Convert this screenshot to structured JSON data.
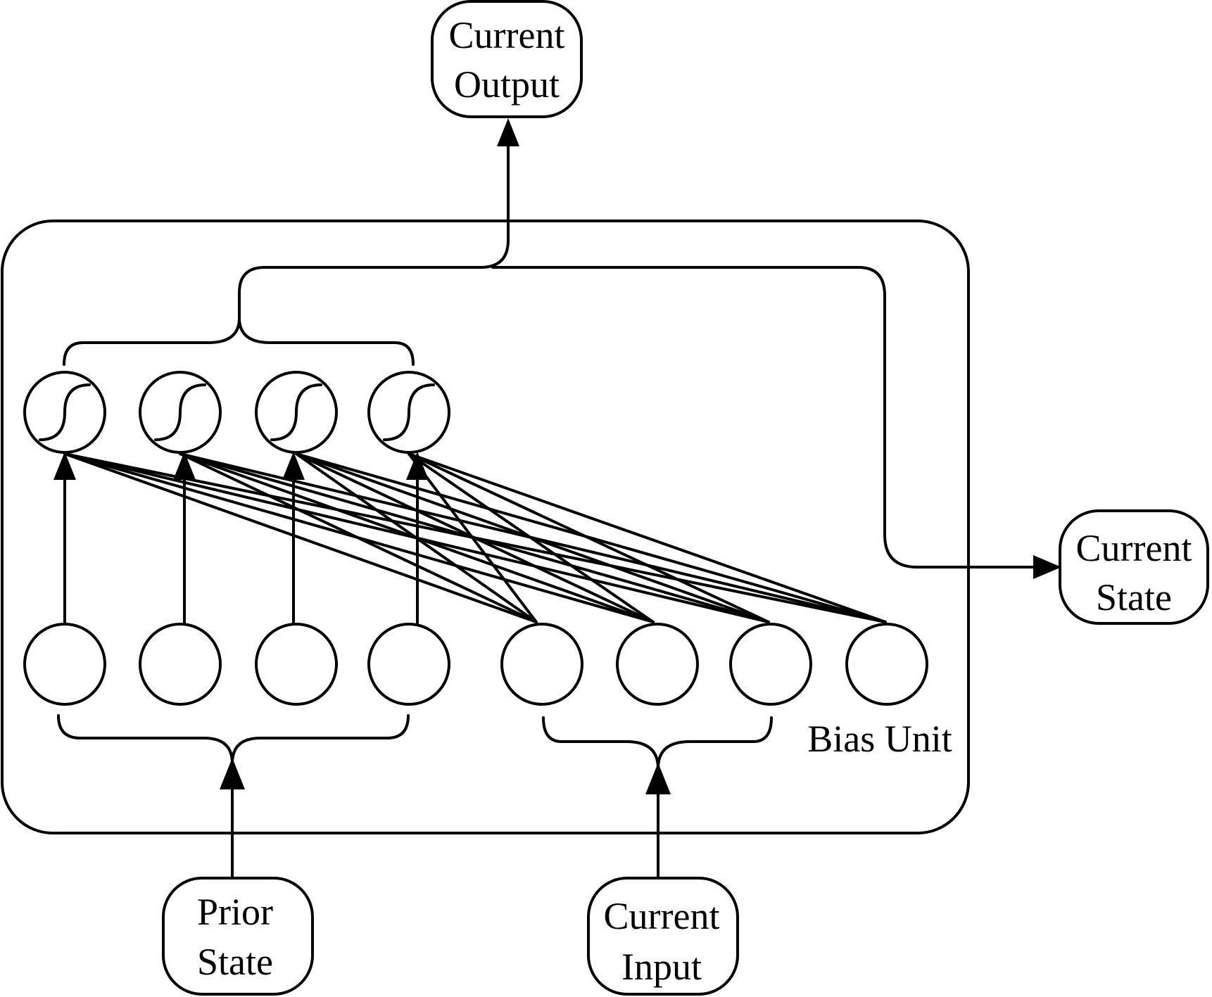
{
  "labels": {
    "current_output_line1": "Current",
    "current_output_line2": "Output",
    "current_state_line1": "Current",
    "current_state_line2": "State",
    "prior_state_line1": "Prior",
    "prior_state_line2": "State",
    "current_input_line1": "Current",
    "current_input_line2": "Input",
    "bias_unit": "Bias Unit"
  },
  "diagram": {
    "hidden_units": 4,
    "input_units": 8,
    "prior_state_units": 4,
    "current_input_units": 3,
    "bias_units": 1,
    "activation_icon": "sigmoid-icon"
  },
  "colors": {
    "stroke": "#000000",
    "background": "#ffffff"
  }
}
